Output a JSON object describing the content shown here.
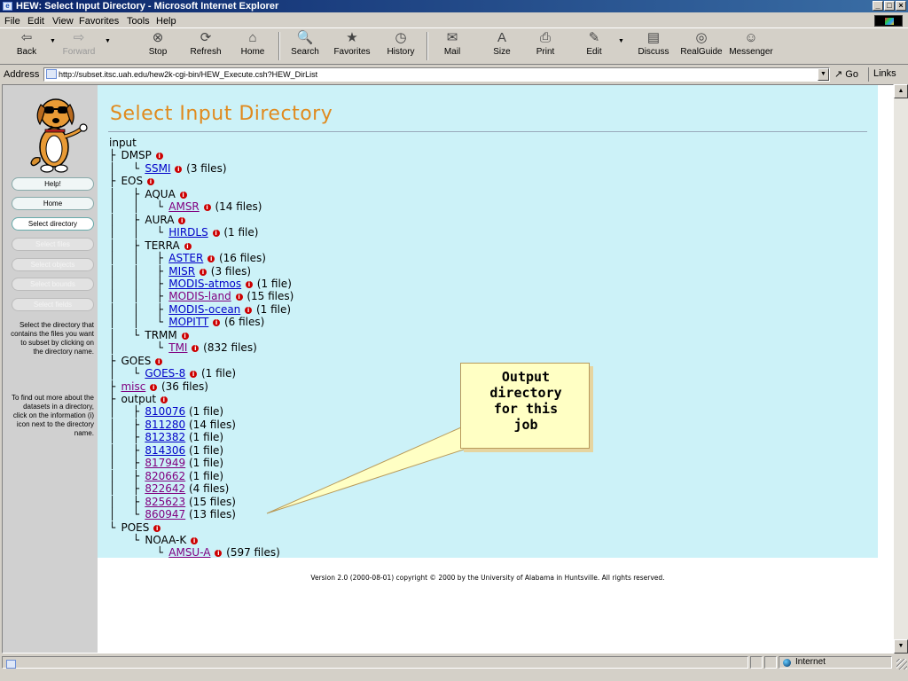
{
  "window": {
    "title": "HEW: Select Input Directory - Microsoft Internet Explorer",
    "min": "_",
    "max": "□",
    "close": "×"
  },
  "menu": [
    "File",
    "Edit",
    "View",
    "Favorites",
    "Tools",
    "Help"
  ],
  "toolbar": {
    "back": "Back",
    "forward": "Forward",
    "stop": "Stop",
    "refresh": "Refresh",
    "home": "Home",
    "search": "Search",
    "favorites": "Favorites",
    "history": "History",
    "mail": "Mail",
    "size": "Size",
    "print": "Print",
    "edit": "Edit",
    "discuss": "Discuss",
    "realguide": "RealGuide",
    "messenger": "Messenger"
  },
  "icons": {
    "back": "⇦",
    "forward": "⇨",
    "stop": "⊗",
    "refresh": "⟳",
    "home": "⌂",
    "search": "🔍",
    "favorites": "★",
    "history": "◷",
    "mail": "✉",
    "size": "A",
    "print": "⎙",
    "edit": "✎",
    "discuss": "▤",
    "realguide": "◎",
    "messenger": "☺",
    "drop": "▼"
  },
  "address": {
    "label": "Address",
    "url": "http://subset.itsc.uah.edu/hew2k-cgi-bin/HEW_Execute.csh?HEW_DirList",
    "go": "Go",
    "links": "Links"
  },
  "sidebar": {
    "buttons": [
      {
        "label": "Help!",
        "state": "normal"
      },
      {
        "label": "Home",
        "state": "normal"
      },
      {
        "label": "Select directory",
        "state": "active"
      },
      {
        "label": "Select files",
        "state": "disabled"
      },
      {
        "label": "Select objects",
        "state": "disabled"
      },
      {
        "label": "Select bounds",
        "state": "disabled"
      },
      {
        "label": "Select fields",
        "state": "disabled"
      }
    ],
    "help1": "Select the directory that contains the files you want to subset by clicking on the directory name.",
    "help2": "To find out more about the datasets in a directory, click on the information (i) icon next to the directory name."
  },
  "page": {
    "title": "Select Input Directory",
    "info_glyph": "i"
  },
  "tree": [
    {
      "prefix": "",
      "name": "input",
      "link": false,
      "info": false,
      "count": ""
    },
    {
      "prefix": "├ ",
      "name": "DMSP",
      "link": false,
      "info": true,
      "count": ""
    },
    {
      "prefix": "│   └ ",
      "name": "SSMI",
      "link": true,
      "visited": false,
      "info": true,
      "count": "(3 files)"
    },
    {
      "prefix": "├ ",
      "name": "EOS",
      "link": false,
      "info": true,
      "count": ""
    },
    {
      "prefix": "│   ├ ",
      "name": "AQUA",
      "link": false,
      "info": true,
      "count": ""
    },
    {
      "prefix": "│   │   └ ",
      "name": "AMSR",
      "link": true,
      "visited": true,
      "info": true,
      "count": "(14 files)"
    },
    {
      "prefix": "│   ├ ",
      "name": "AURA",
      "link": false,
      "info": true,
      "count": ""
    },
    {
      "prefix": "│   │   └ ",
      "name": "HIRDLS",
      "link": true,
      "visited": false,
      "info": true,
      "count": "(1 file)"
    },
    {
      "prefix": "│   ├ ",
      "name": "TERRA",
      "link": false,
      "info": true,
      "count": ""
    },
    {
      "prefix": "│   │   ├ ",
      "name": "ASTER",
      "link": true,
      "visited": false,
      "info": true,
      "count": "(16 files)"
    },
    {
      "prefix": "│   │   ├ ",
      "name": "MISR",
      "link": true,
      "visited": false,
      "info": true,
      "count": "(3 files)"
    },
    {
      "prefix": "│   │   ├ ",
      "name": "MODIS-atmos",
      "link": true,
      "visited": false,
      "info": true,
      "count": "(1 file)"
    },
    {
      "prefix": "│   │   ├ ",
      "name": "MODIS-land",
      "link": true,
      "visited": true,
      "info": true,
      "count": "(15 files)"
    },
    {
      "prefix": "│   │   ├ ",
      "name": "MODIS-ocean",
      "link": true,
      "visited": false,
      "info": true,
      "count": "(1 file)"
    },
    {
      "prefix": "│   │   └ ",
      "name": "MOPITT",
      "link": true,
      "visited": false,
      "info": true,
      "count": "(6 files)"
    },
    {
      "prefix": "│   └ ",
      "name": "TRMM",
      "link": false,
      "info": true,
      "count": ""
    },
    {
      "prefix": "│       └ ",
      "name": "TMI",
      "link": true,
      "visited": true,
      "info": true,
      "count": "(832 files)"
    },
    {
      "prefix": "├ ",
      "name": "GOES",
      "link": false,
      "info": true,
      "count": ""
    },
    {
      "prefix": "│   └ ",
      "name": "GOES-8",
      "link": true,
      "visited": false,
      "info": true,
      "count": "(1 file)"
    },
    {
      "prefix": "├ ",
      "name": "misc",
      "link": true,
      "visited": true,
      "info": true,
      "count": "(36 files)"
    },
    {
      "prefix": "├ ",
      "name": "output",
      "link": false,
      "info": true,
      "count": ""
    },
    {
      "prefix": "│   ├ ",
      "name": "810076",
      "link": true,
      "visited": false,
      "info": false,
      "count": "(1 file)"
    },
    {
      "prefix": "│   ├ ",
      "name": "811280",
      "link": true,
      "visited": false,
      "info": false,
      "count": "(14 files)"
    },
    {
      "prefix": "│   ├ ",
      "name": "812382",
      "link": true,
      "visited": false,
      "info": false,
      "count": "(1 file)"
    },
    {
      "prefix": "│   ├ ",
      "name": "814306",
      "link": true,
      "visited": false,
      "info": false,
      "count": "(1 file)"
    },
    {
      "prefix": "│   ├ ",
      "name": "817949",
      "link": true,
      "visited": true,
      "info": false,
      "count": "(1 file)"
    },
    {
      "prefix": "│   ├ ",
      "name": "820662",
      "link": true,
      "visited": true,
      "info": false,
      "count": "(1 file)"
    },
    {
      "prefix": "│   ├ ",
      "name": "822642",
      "link": true,
      "visited": true,
      "info": false,
      "count": "(4 files)"
    },
    {
      "prefix": "│   ├ ",
      "name": "825623",
      "link": true,
      "visited": true,
      "info": false,
      "count": "(15 files)"
    },
    {
      "prefix": "│   └ ",
      "name": "860947",
      "link": true,
      "visited": true,
      "info": false,
      "count": "(13 files)"
    },
    {
      "prefix": "└ ",
      "name": "POES",
      "link": false,
      "info": true,
      "count": ""
    },
    {
      "prefix": "    └ ",
      "name": "NOAA-K",
      "link": false,
      "info": true,
      "count": ""
    },
    {
      "prefix": "        └ ",
      "name": "AMSU-A",
      "link": true,
      "visited": true,
      "info": true,
      "count": "(597 files)"
    }
  ],
  "callout": {
    "lines": [
      "Output",
      "directory",
      "for this",
      "job"
    ]
  },
  "footer": "Version 2.0 (2000-08-01) copyright © 2000 by the University of Alabama in Huntsville. All rights reserved.",
  "status": {
    "zone": "Internet"
  },
  "colors": {
    "accent_title": "#e08a1e",
    "panel_bg": "#ccf2f8",
    "link": "#0000c8",
    "visited": "#800080",
    "info_icon": "#cc0000"
  }
}
